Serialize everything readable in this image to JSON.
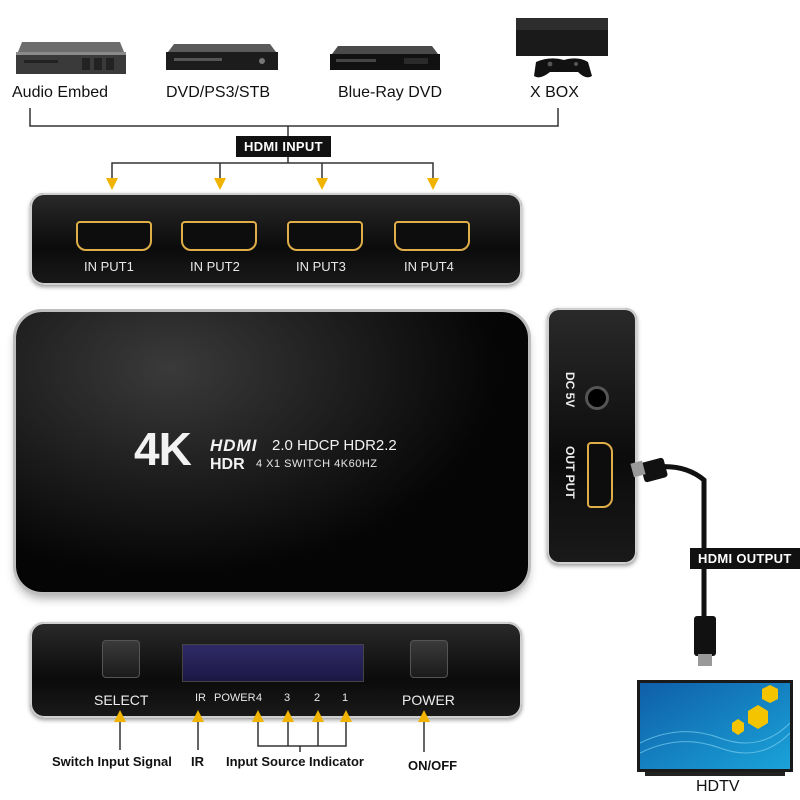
{
  "devices": [
    {
      "label": "Audio Embed"
    },
    {
      "label": "DVD/PS3/STB"
    },
    {
      "label": "Blue-Ray DVD"
    },
    {
      "label": "X BOX"
    }
  ],
  "hdmi_input_tag": "HDMI INPUT",
  "inputs": [
    "IN PUT1",
    "IN PUT2",
    "IN PUT3",
    "IN PUT4"
  ],
  "front": {
    "brand_4k": "4K",
    "hdmi_logo": "HDMI",
    "spec_line1": "2.0 HDCP HDR2.2",
    "hdr_logo": "HDR",
    "spec_line2": "4 X1 SWITCH 4K60HZ"
  },
  "side": {
    "dc_label": "DC 5V",
    "output_label": "OUT PUT"
  },
  "hdmi_output_tag": "HDMI OUTPUT",
  "control": {
    "select": "SELECT",
    "ir": "IR",
    "power_led": "POWER",
    "indicators": [
      "4",
      "3",
      "2",
      "1"
    ],
    "power": "POWER"
  },
  "annotations": {
    "switch": "Switch Input Signal",
    "ir": "IR",
    "indicator": "Input Source Indicator",
    "onoff": "ON/OFF"
  },
  "tv_label": "HDTV",
  "colors": {
    "arrow": "#f0b400",
    "panel": "#121212",
    "lcd": "#29245c"
  }
}
